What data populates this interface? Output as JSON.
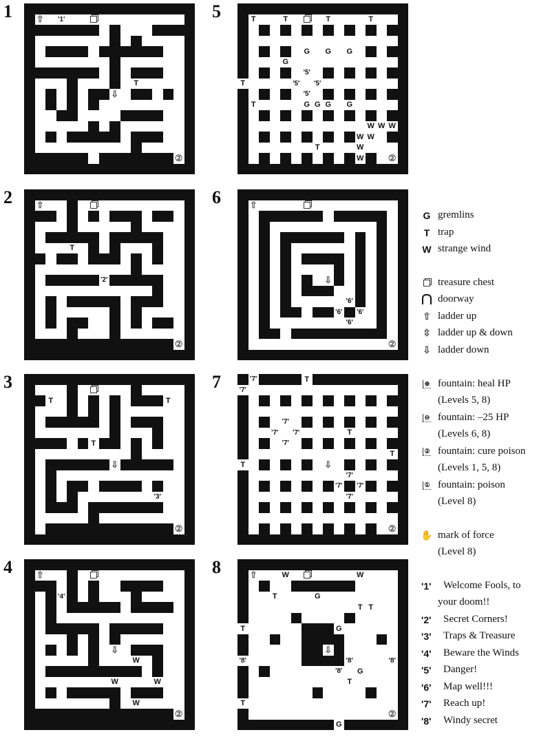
{
  "maps": [
    {
      "number": "1",
      "markers": [
        "'1'",
        "T"
      ],
      "style": "maze"
    },
    {
      "number": "2",
      "markers": [
        "'2'",
        "T"
      ],
      "style": "maze"
    },
    {
      "number": "3",
      "markers": [
        "T",
        "T",
        "T",
        "'3'"
      ],
      "style": "maze"
    },
    {
      "number": "4",
      "markers": [
        "'4'",
        "W",
        "W",
        "W",
        "W"
      ],
      "style": "maze"
    },
    {
      "number": "5",
      "markers": [
        "T",
        "T",
        "T",
        "T",
        "G",
        "G",
        "G",
        "G",
        "G",
        "'5'",
        "'5'",
        "'5'",
        "'5'",
        "W",
        "W",
        "W",
        "W",
        "W",
        "W",
        "W",
        "T",
        "T",
        "T",
        "G",
        "G",
        "G"
      ],
      "style": "pillars"
    },
    {
      "number": "6",
      "markers": [
        "'6'",
        "'6'",
        "'6'",
        "'6'"
      ],
      "style": "spiral"
    },
    {
      "number": "7",
      "markers": [
        "'7'",
        "'7'",
        "T",
        "'7'",
        "'7'",
        "'7'",
        "'7'",
        "T",
        "'7'",
        "'7'",
        "'7'",
        "'7'",
        "T",
        "T"
      ],
      "style": "pillars"
    },
    {
      "number": "8",
      "markers": [
        "W",
        "W",
        "T",
        "G",
        "T",
        "T",
        "G",
        "T",
        "'8'",
        "'8'",
        "'8'",
        "'8'",
        "G",
        "T",
        "T",
        "G"
      ],
      "style": "open"
    }
  ],
  "legend": {
    "symbols": [
      {
        "icon": "gremlins",
        "glyph": "G",
        "label": "gremlins"
      },
      {
        "icon": "trap",
        "glyph": "T",
        "label": "trap"
      },
      {
        "icon": "strange-wind",
        "glyph": "W",
        "label": "strange wind"
      },
      {
        "icon": "treasure-chest",
        "label": "treasure chest"
      },
      {
        "icon": "doorway",
        "label": "doorway"
      },
      {
        "icon": "ladder-up",
        "glyph": "⇧",
        "label": "ladder up"
      },
      {
        "icon": "ladder-up-down",
        "glyph": "⇳",
        "label": "ladder up & down"
      },
      {
        "icon": "ladder-down",
        "glyph": "⇩",
        "label": "ladder down"
      }
    ],
    "fountains": [
      {
        "icon": "fountain-heal",
        "glyph": "⊕",
        "label": "fountain: heal HP",
        "levels": "(Levels 5, 8)"
      },
      {
        "icon": "fountain-damage",
        "glyph": "⊖",
        "label": "fountain: –25 HP",
        "levels": "(Levels 6, 8)"
      },
      {
        "icon": "fountain-cure-poison",
        "glyph": "②",
        "label": "fountain: cure poison",
        "levels": "(Levels 1, 5, 8)"
      },
      {
        "icon": "fountain-poison",
        "glyph": "①",
        "label": "fountain: poison",
        "levels": "(Level 8)"
      }
    ],
    "mark_of_force": {
      "icon": "hand",
      "glyph": "✋",
      "label": "mark of force",
      "levels": "(Level 8)"
    },
    "messages": [
      {
        "key": "'1'",
        "text": "Welcome Fools, to",
        "text2": "your doom!!"
      },
      {
        "key": "'2'",
        "text": "Secret Corners!"
      },
      {
        "key": "'3'",
        "text": "Traps & Treasure"
      },
      {
        "key": "'4'",
        "text": "Beware the Winds"
      },
      {
        "key": "'5'",
        "text": "Danger!"
      },
      {
        "key": "'6'",
        "text": "Map well!!!"
      },
      {
        "key": "'7'",
        "text": "Reach up!"
      },
      {
        "key": "'8'",
        "text": "Windy secret"
      }
    ]
  }
}
